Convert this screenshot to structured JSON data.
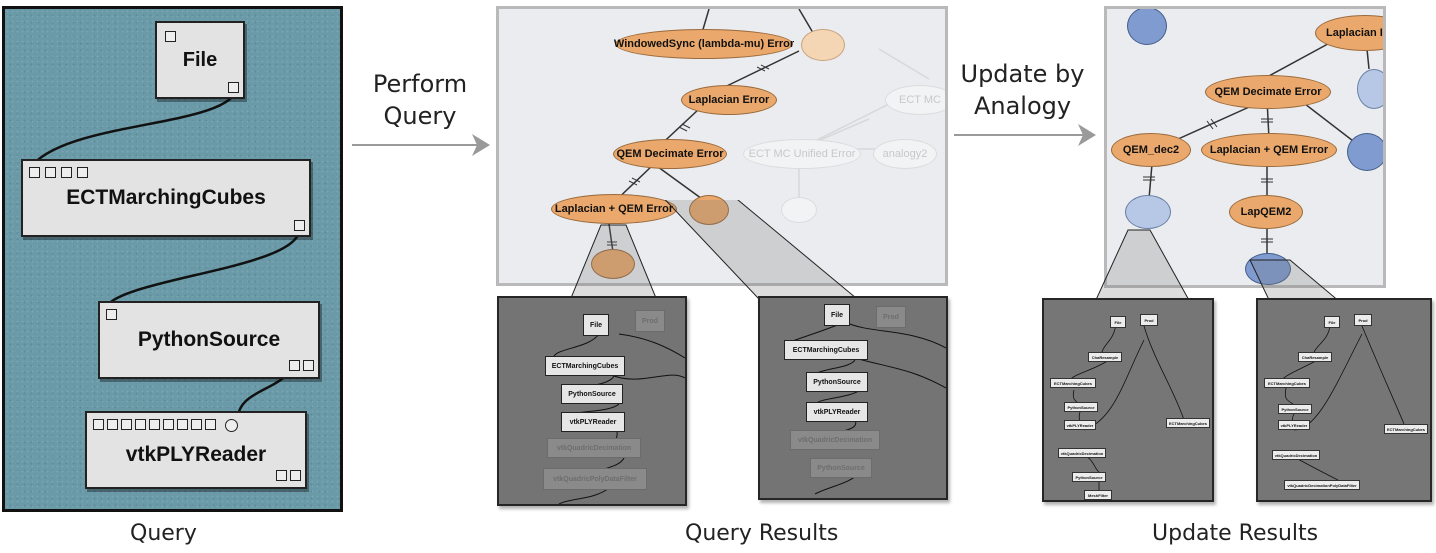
{
  "captions": {
    "query": "Query",
    "query_results": "Query Results",
    "update_results": "Update Results"
  },
  "arrows": {
    "perform_query": [
      "Perform",
      "Query"
    ],
    "update_by_analogy": [
      "Update by",
      "Analogy"
    ]
  },
  "query_pipeline": {
    "modules": [
      "File",
      "ECTMarchingCubes",
      "PythonSource",
      "vtkPLYReader"
    ]
  },
  "query_tree": {
    "highlighted": [
      "WindowedSync (lambda-mu) Error",
      "Laplacian Error",
      "QEM Decimate Error",
      "Laplacian + QEM Error"
    ],
    "ghosted": [
      "ECT MC",
      "ECT MC Unified Error",
      "analogy2"
    ]
  },
  "update_tree": {
    "nodes": [
      "Laplacian I",
      "QEM Decimate Error",
      "QEM_dec2",
      "Laplacian + QEM Error",
      "LapQEM2"
    ]
  },
  "query_result_1": {
    "modules": [
      "File",
      "Prod",
      "ECTMarchingCubes",
      "PythonSource",
      "vtkPLYReader",
      "vtkQuadricDecimation",
      "vtkQuadricPolyDataFilter"
    ]
  },
  "query_result_2": {
    "modules": [
      "File",
      "Prod",
      "ECTMarchingCubes",
      "PythonSource",
      "vtkPLYReader",
      "vtkQuadricDecimation",
      "PythonSource"
    ]
  },
  "update_result_1": {
    "modules": [
      "File",
      "Prod",
      "ChaResample",
      "ECTMarchingCubes",
      "PythonSource",
      "vtkPLYReader",
      "vtkQuadricDecimation",
      "PythonSource",
      "MeshFilter",
      "ECTMarchingCubes"
    ]
  },
  "update_result_2": {
    "modules": [
      "File",
      "Prod",
      "ChaResample",
      "ECTMarchingCubes",
      "PythonSource",
      "vtkPLYReader",
      "vtkQuadricDecimation",
      "vtkQuadricDecimationPolyDataFilter",
      "ECTMarchingCubes"
    ]
  }
}
